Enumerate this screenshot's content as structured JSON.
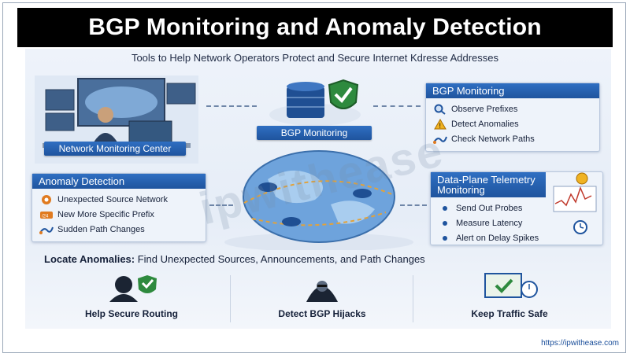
{
  "title": "BGP Monitoring and Anomaly Detection",
  "subtitle": "Tools to Help Network Operators Protect and Secure Internet Kdresse Addresses",
  "monitoring_center_label": "Network Monitoring Center",
  "center_label": "BGP Monitoring",
  "bgp_monitoring": {
    "title": "BGP Monitoring",
    "items": [
      "Observe Prefixes",
      "Detect Anomalies",
      "Check Network Paths"
    ]
  },
  "anomaly_detection": {
    "title": "Anomaly Detection",
    "items": [
      "Unexpected Source Network",
      "New More Specific Prefix",
      "Sudden Path Changes"
    ]
  },
  "telemetry": {
    "title": "Data-Plane Telemetry Monitoring",
    "items": [
      "Send Out Probes",
      "Measure Latency",
      "Alert on Delay Spikes"
    ]
  },
  "locate": {
    "prefix": "Locate Anomalies:",
    "text": " Find Unexpected Sources, Announcements, and Path Changes"
  },
  "bottom_items": [
    "Help Secure Routing",
    "Detect BGP Hijacks",
    "Keep Traffic Safe"
  ],
  "watermark": "ipwithease",
  "url": "https://ipwithease.com",
  "colors": {
    "header": "#000000",
    "accent": "#1f549e",
    "panel": "#eef3fa"
  }
}
